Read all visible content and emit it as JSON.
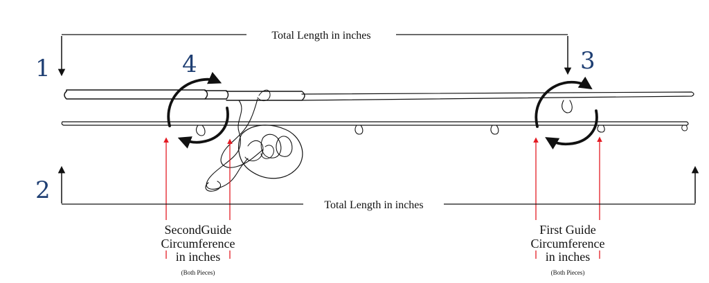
{
  "labels": {
    "top_length": "Total Length in inches",
    "bottom_length": "Total Length in inches"
  },
  "steps": {
    "one": "1",
    "two": "2",
    "three": "3",
    "four": "4"
  },
  "callouts": {
    "second_guide": {
      "line1": "SecondGuide",
      "line2": "Circumference",
      "line3": "in inches",
      "note": "(Both Pieces)"
    },
    "first_guide": {
      "line1": "First Guide",
      "line2": "Circumference",
      "line3": "in inches",
      "note": "(Both Pieces)"
    }
  },
  "colors": {
    "step_blue": "#1f3f73",
    "measure_red": "#e31b23",
    "line_black": "#111111"
  }
}
